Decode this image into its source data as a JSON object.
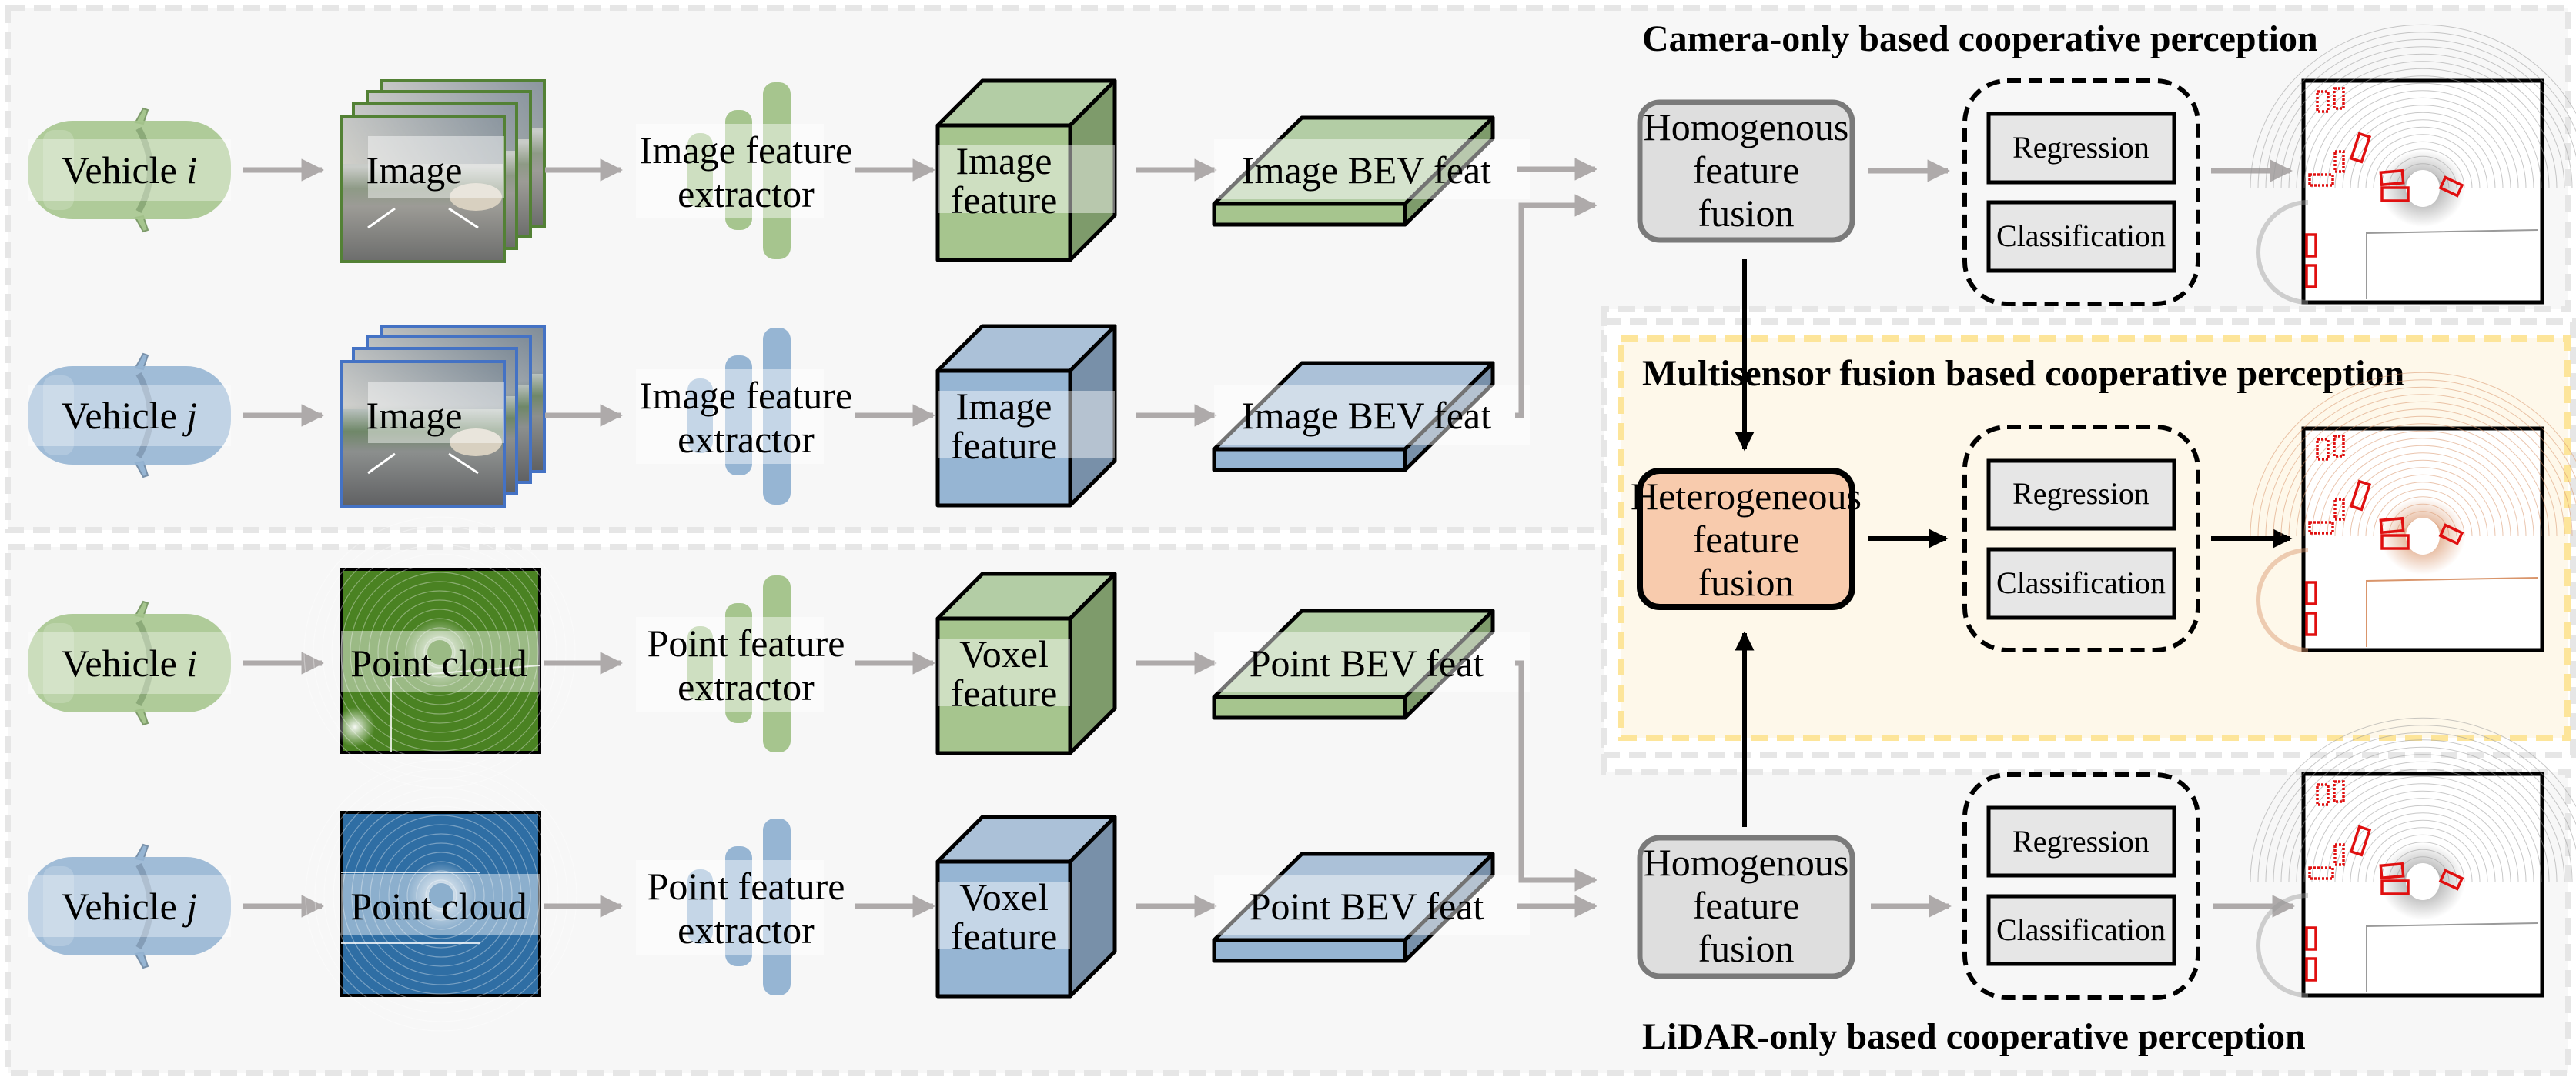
{
  "figure": {
    "colors": {
      "vehicle_i": "#a6c58e",
      "vehicle_i_dark": "#7e9b6b",
      "vehicle_i_top": "#b3cda5",
      "vehicle_j": "#96b5d3",
      "vehicle_j_dark": "#7890a9",
      "vehicle_j_top": "#abc1d8",
      "pointcloud_i": "#4a8222",
      "pointcloud_j": "#2f6ea4",
      "image_frame_i": "#538135",
      "image_frame_j": "#4472c4",
      "homogenous_fill": "#dedede",
      "homogenous_stroke": "#7a7a7a",
      "heterogeneous_fill": "#f8cbad",
      "head_fill": "#e6e6e6",
      "detection_box": "#e01010",
      "arrow_gray": "#aeaaaa",
      "multisensor_bg": "#fef8ea",
      "multisensor_border": "#fde59a",
      "panel_bg": "#f7f7f7",
      "panel_border": "#e6e6e6",
      "lidar_scan_gray": "#9a9a9a",
      "lidar_scan_orange": "#d9956b"
    },
    "sections": {
      "camera": {
        "title": "Camera-only based cooperative perception",
        "rows": [
          {
            "vehicle": "Vehicle",
            "vehicle_var": "i",
            "input": "Image",
            "extractor_line1": "Image feature",
            "extractor_line2": "extractor",
            "feature_line1": "Image",
            "feature_line2": "feature",
            "bev": "Image BEV feat"
          },
          {
            "vehicle": "Vehicle",
            "vehicle_var": "j",
            "input": "Image",
            "extractor_line1": "Image feature",
            "extractor_line2": "extractor",
            "feature_line1": "Image",
            "feature_line2": "feature",
            "bev": "Image BEV feat"
          }
        ],
        "fusion": {
          "line1": "Homogenous",
          "line2": "feature",
          "line3": "fusion"
        },
        "heads": {
          "regression": "Regression",
          "classification": "Classification"
        },
        "result": "camera-detection-result"
      },
      "multisensor": {
        "title": "Multisensor fusion based cooperative perception",
        "fusion": {
          "line1": "Heterogeneous",
          "line2": "feature",
          "line3": "fusion"
        },
        "heads": {
          "regression": "Regression",
          "classification": "Classification"
        },
        "result": "multisensor-detection-result"
      },
      "lidar": {
        "title": "LiDAR-only based cooperative perception",
        "rows": [
          {
            "vehicle": "Vehicle",
            "vehicle_var": "i",
            "input": "Point cloud",
            "extractor_line1": "Point feature",
            "extractor_line2": "extractor",
            "feature_line1": "Voxel",
            "feature_line2": "feature",
            "bev": "Point BEV feat"
          },
          {
            "vehicle": "Vehicle",
            "vehicle_var": "j",
            "input": "Point cloud",
            "extractor_line1": "Point feature",
            "extractor_line2": "extractor",
            "feature_line1": "Voxel",
            "feature_line2": "feature",
            "bev": "Point BEV feat"
          }
        ],
        "fusion": {
          "line1": "Homogenous",
          "line2": "feature",
          "line3": "fusion"
        },
        "heads": {
          "regression": "Regression",
          "classification": "Classification"
        },
        "result": "lidar-detection-result"
      }
    }
  }
}
